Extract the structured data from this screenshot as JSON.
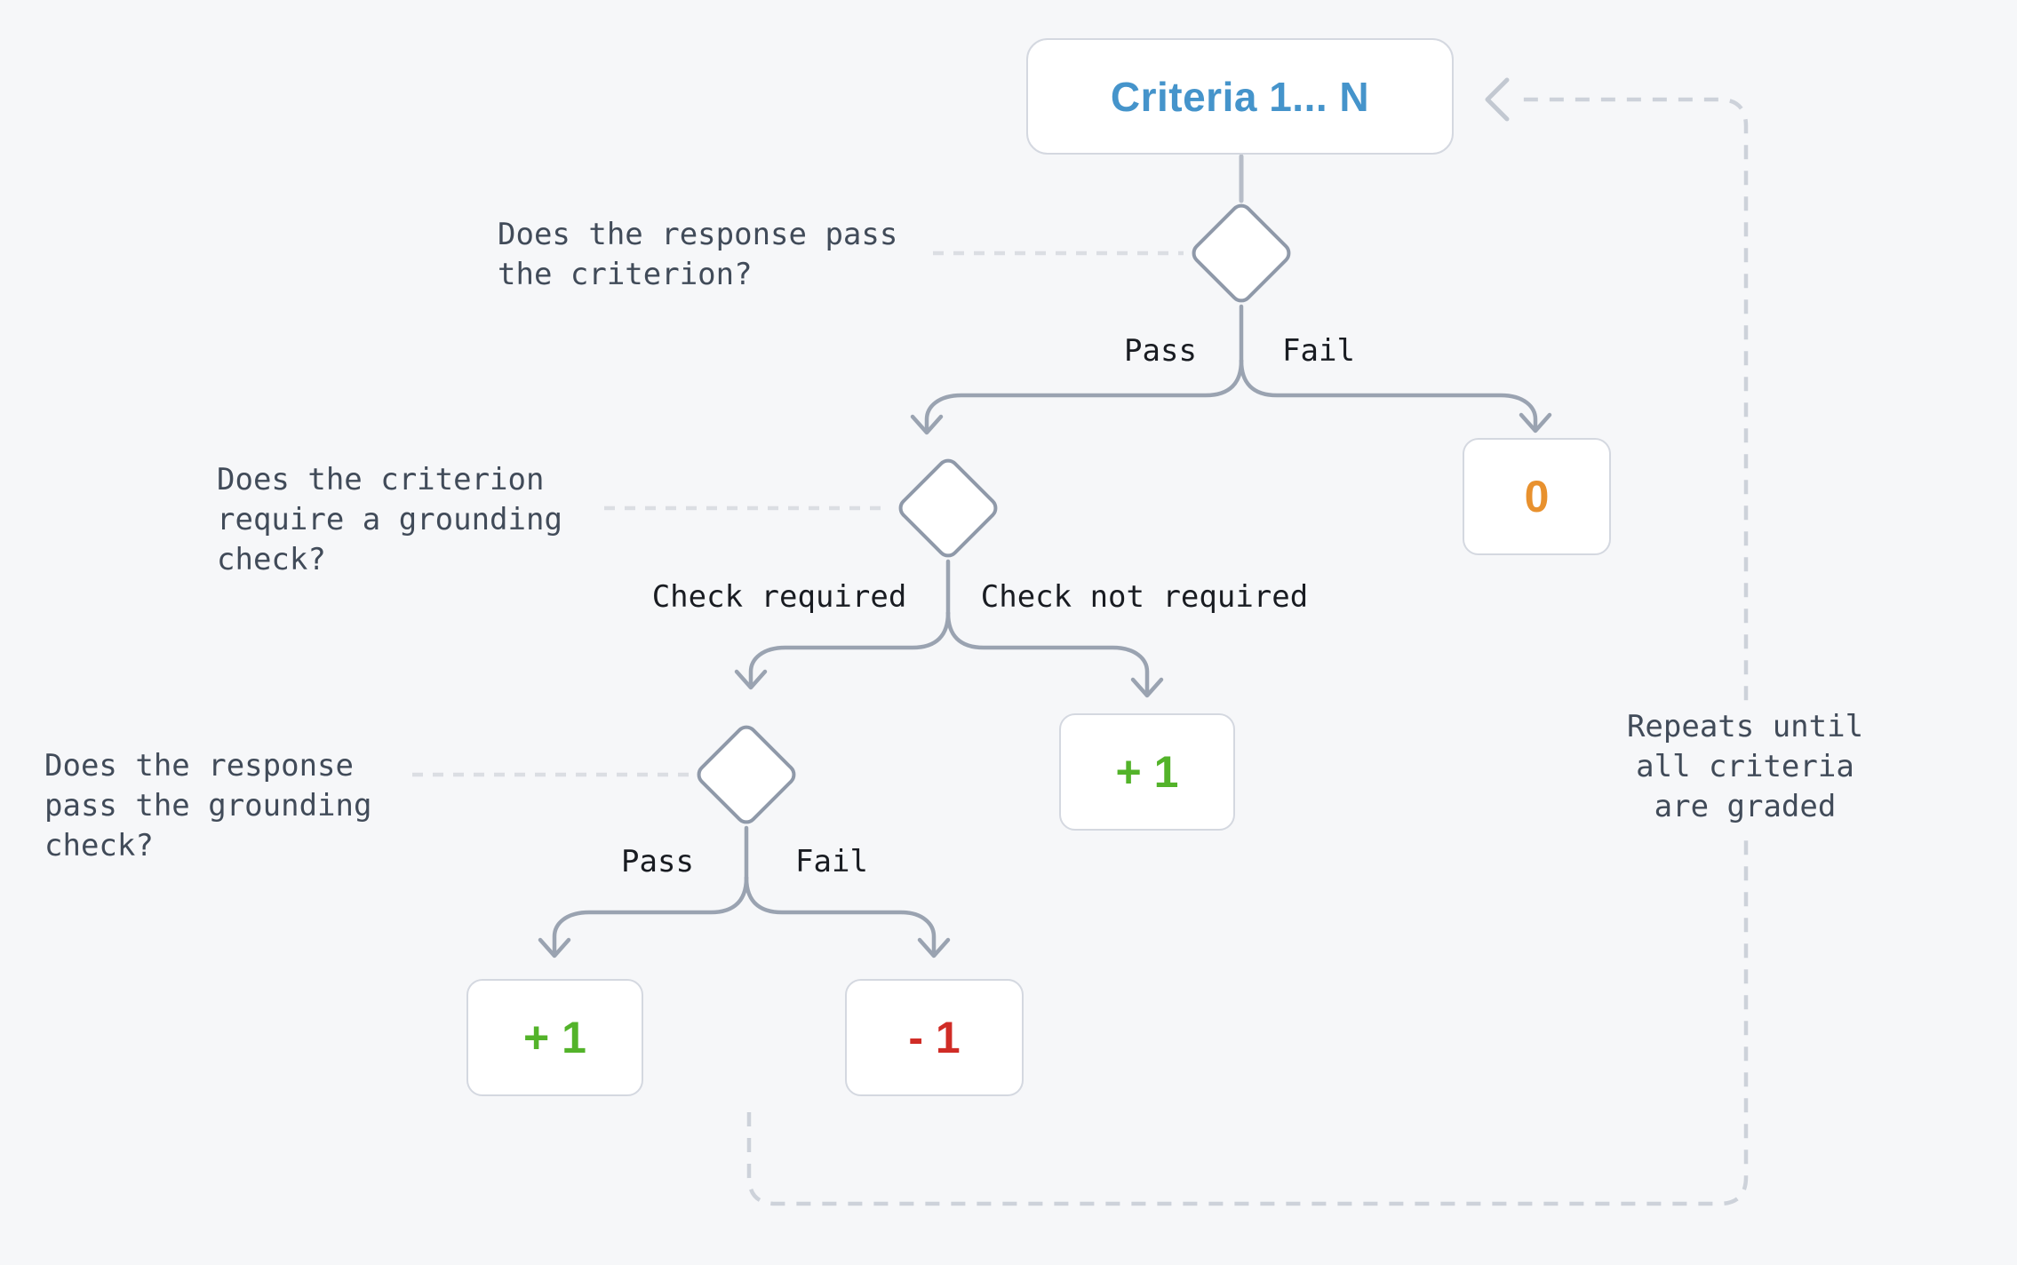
{
  "canvas": {
    "background": "#f6f7f9"
  },
  "flow": {
    "start": {
      "label": "Criteria 1... N",
      "color": "#4594cb"
    },
    "decisions": [
      {
        "question": "Does the response pass\nthe criterion?",
        "branch_left": "Pass",
        "branch_right": "Fail"
      },
      {
        "question": "Does the criterion\nrequire a grounding\ncheck?",
        "branch_left": "Check required",
        "branch_right": "Check not required"
      },
      {
        "question": "Does the response\npass the grounding\ncheck?",
        "branch_left": "Pass",
        "branch_right": "Fail"
      }
    ],
    "outcomes": {
      "criterion_fail": {
        "label": "0",
        "color": "#e8912e"
      },
      "check_not_required": {
        "label": "+ 1",
        "color": "#53b32a"
      },
      "grounding_pass": {
        "label": "+ 1",
        "color": "#53b32a"
      },
      "grounding_fail": {
        "label": "- 1",
        "color": "#d02c26"
      }
    },
    "loop_note": "Repeats until all criteria\nare graded"
  }
}
